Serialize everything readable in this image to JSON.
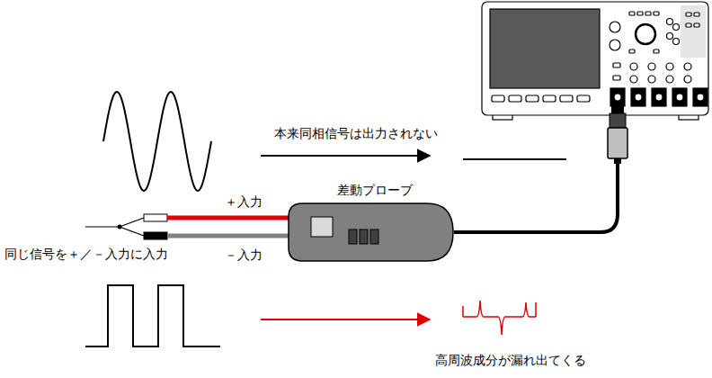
{
  "diagram": {
    "nodes": [
      {
        "text": [
          "差動プローブ"
        ]
      }
    ],
    "labels": [
      "本来同相信号は出力されない",
      "＋入力",
      "－入力",
      "同じ信号を＋／－入力に入力",
      "高周波成分が漏れ出てくる"
    ]
  }
}
